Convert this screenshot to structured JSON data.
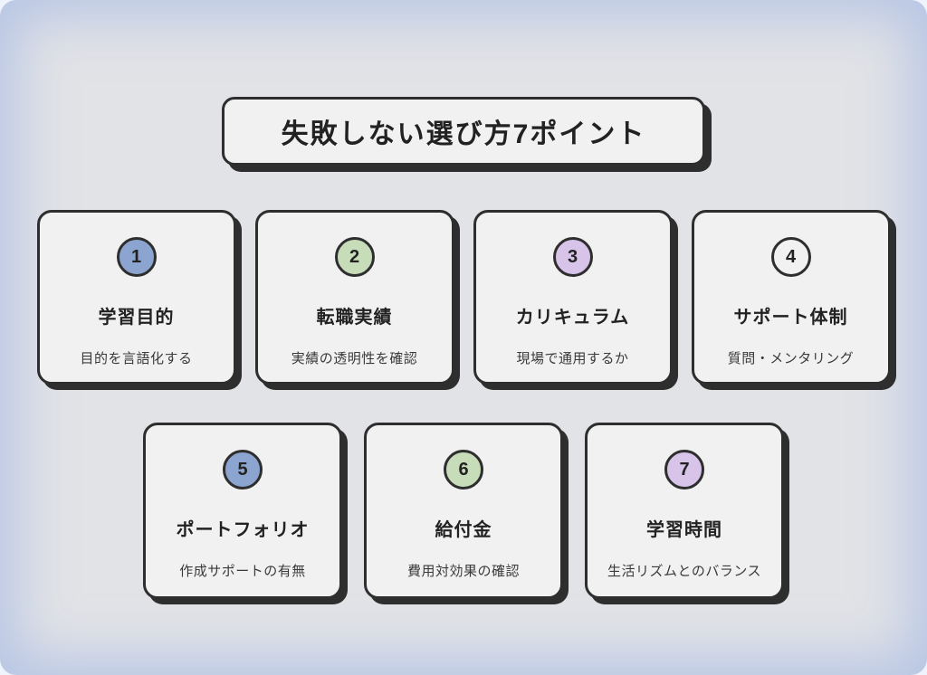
{
  "title": "失敗しない選び方7ポイント",
  "colors": {
    "background": "#e2e3e7",
    "edge_glow": "#94ade2",
    "card_background": "#f1f1f2",
    "border": "#2e2e2e",
    "circle_blue": "#8ca5d0",
    "circle_green": "#c7ddba",
    "circle_purple": "#d8c4e9",
    "circle_white": "#f1f1f2"
  },
  "cards": [
    {
      "number": "1",
      "title": "学習目的",
      "subtitle": "目的を言語化する",
      "circle_color": "#8ca5d0"
    },
    {
      "number": "2",
      "title": "転職実績",
      "subtitle": "実績の透明性を確認",
      "circle_color": "#c7ddba"
    },
    {
      "number": "3",
      "title": "カリキュラム",
      "subtitle": "現場で通用するか",
      "circle_color": "#d8c4e9"
    },
    {
      "number": "4",
      "title": "サポート体制",
      "subtitle": "質問・メンタリング",
      "circle_color": "#f1f1f2"
    },
    {
      "number": "5",
      "title": "ポートフォリオ",
      "subtitle": "作成サポートの有無",
      "circle_color": "#8ca5d0"
    },
    {
      "number": "6",
      "title": "給付金",
      "subtitle": "費用対効果の確認",
      "circle_color": "#c7ddba"
    },
    {
      "number": "7",
      "title": "学習時間",
      "subtitle": "生活リズムとのバランス",
      "circle_color": "#d8c4e9"
    }
  ]
}
